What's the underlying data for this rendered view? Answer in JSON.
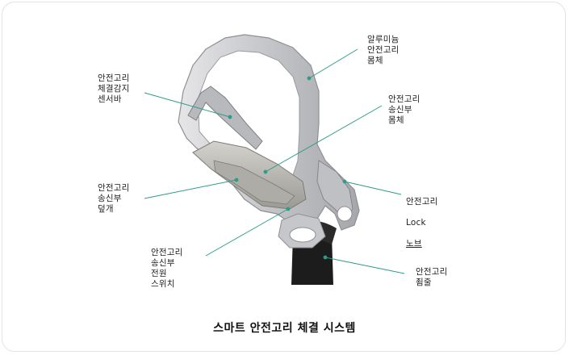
{
  "title": "스마트 안전고리 체결 시스템",
  "labels": {
    "aluminum_body": "알루미늄\n안전고리\n몸체",
    "sensor_bar": "안전고리\n체결감지\n센서바",
    "transmitter_body": "안전고리\n송신부\n몸체",
    "transmitter_cover": "안전고리\n송신부\n덮개",
    "lock_knob_line1": "안전고리",
    "lock_knob_line2": "Lock",
    "lock_knob_line3": "노브",
    "power_switch": "안전고리\n송신부\n전원\n스위치",
    "strap": "안전고리\n죔줄"
  },
  "colors": {
    "leader_line": "#2e9c8a",
    "metal": "#c9c9cb",
    "metal_dark": "#8f9094",
    "strap": "#1c1c1c"
  }
}
